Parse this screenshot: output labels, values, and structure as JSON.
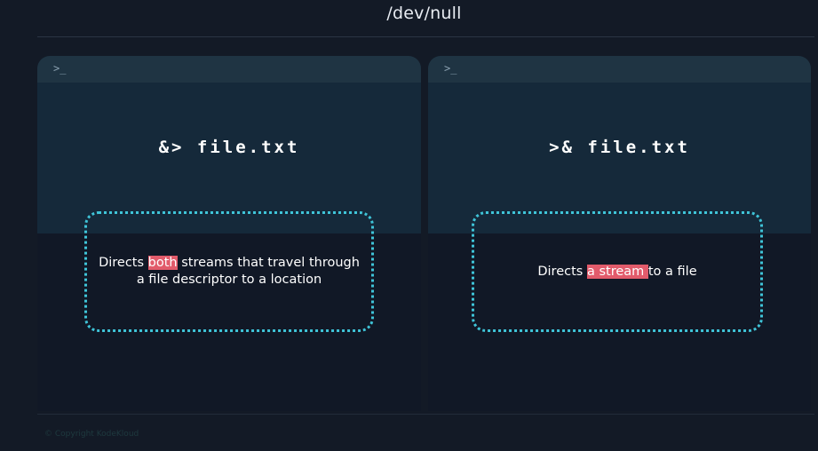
{
  "page": {
    "title": "/dev/null",
    "copyright": "© Copyright KodeKloud"
  },
  "panels": [
    {
      "prompt_icon": ">_",
      "command": "&> file.txt",
      "description": {
        "before": "Directs ",
        "highlight": "both",
        "after": " streams that travel through",
        "line2": "a file descriptor to a location"
      }
    },
    {
      "prompt_icon": ">_",
      "command": ">& file.txt",
      "description": {
        "before": "Directs ",
        "highlight": "a stream ",
        "after": "to a file"
      }
    }
  ],
  "colors": {
    "background": "#131a26",
    "terminal_header": "#1f3443",
    "terminal_body": "#15293a",
    "callout_border": "#3fc4d8",
    "highlight": "#e25b6b"
  }
}
